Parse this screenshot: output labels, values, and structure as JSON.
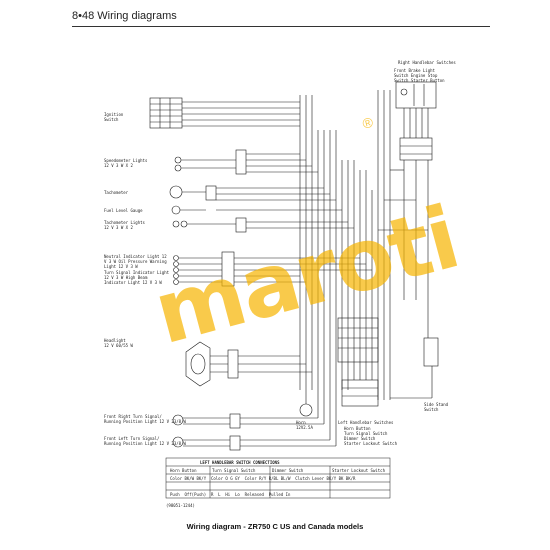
{
  "header": {
    "title": "8•48  Wiring diagrams"
  },
  "caption": "Wiring diagram - ZR750 C US and Canada models",
  "ref_code": "(98051-1244)",
  "watermark": {
    "text": "maroti",
    "mark": "®"
  },
  "left_components": [
    {
      "id": "ignition",
      "line1": "Ignition",
      "line2": "Switch"
    },
    {
      "id": "speedo",
      "line1": "Speedometer Lights",
      "line2": "12 V 3 W X 2"
    },
    {
      "id": "tacho",
      "line1": "Tachometer",
      "line2": ""
    },
    {
      "id": "fuel",
      "line1": "Fuel Level Gauge",
      "line2": ""
    },
    {
      "id": "tacholights",
      "line1": "Tachometer Lights",
      "line2": "12 V 3 W X 2"
    },
    {
      "id": "indicators",
      "line1": "Neutral Indicator Light 12 V 3 W",
      "line2": "Oil Pressure Warning Light 12 V 3 W"
    },
    {
      "id": "indicators2",
      "line1": "Turn Signal Indicator Light 12 V 3 W",
      "line2": "High Beam Indicator Light 12 V 3 W"
    },
    {
      "id": "headlight",
      "line1": "Headlight",
      "line2": "12 V 60/55 W"
    },
    {
      "id": "frontright",
      "line1": "Front Right Turn Signal/",
      "line2": "Running Position Light 12 V 23/8 W"
    },
    {
      "id": "frontleft",
      "line1": "Front Left Turn Signal/",
      "line2": "Running Position Light 12 V 23/8 W"
    }
  ],
  "right_components": {
    "title": "Right Handlebar Switches",
    "items": [
      "Front Brake Light Switch",
      "Engine Stop Switch",
      "Starter Button"
    ],
    "side_stand": "Side Stand Switch",
    "horn": "Horn 12V2.5A",
    "left_switches_title": "Left Handlebar Switches",
    "left_switches": [
      "Horn Button",
      "Turn Signal Switch",
      "Dimmer Switch",
      "Starter Lockout Switch"
    ]
  },
  "connections_table": {
    "title": "LEFT HANDLEBAR SWITCH CONNECTIONS",
    "headers": [
      "Horn Button",
      "Turn Signal Switch",
      "Dimmer Switch",
      "Starter Lockout Switch"
    ],
    "row1": "Color BK/W BK/Y  Color O G GY  Color R/Y R/BL BL/W  Clutch Lever BK/Y BK BK/R",
    "row2": "Push  Off(Push)  R  L  Hi  Lo  Released  Pulled In"
  },
  "colors": {
    "ink": "#1a1a1a",
    "watermark": "#f7b500"
  }
}
